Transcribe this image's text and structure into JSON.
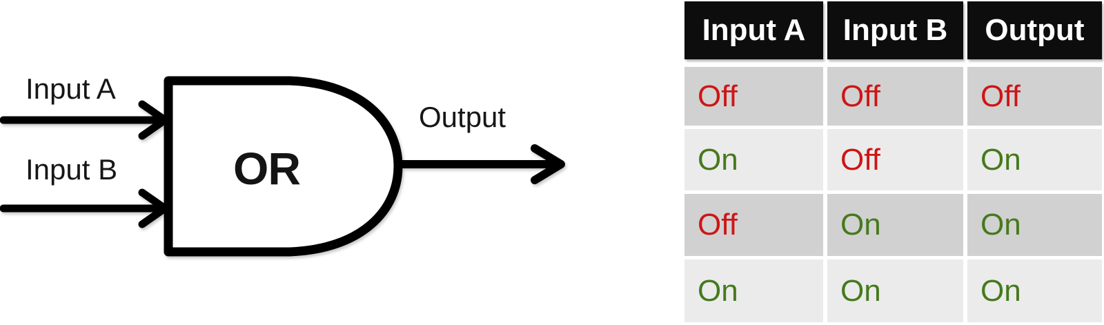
{
  "diagram": {
    "gate_label": "OR",
    "input_a_label": "Input A",
    "input_b_label": "Input B",
    "output_label": "Output",
    "stroke_color": "#000000"
  },
  "truth_table": {
    "columns": [
      "Input A",
      "Input B",
      "Output"
    ],
    "rows": [
      [
        {
          "value": "Off",
          "state": "off"
        },
        {
          "value": "Off",
          "state": "off"
        },
        {
          "value": "Off",
          "state": "off"
        }
      ],
      [
        {
          "value": "On",
          "state": "on"
        },
        {
          "value": "Off",
          "state": "off"
        },
        {
          "value": "On",
          "state": "on"
        }
      ],
      [
        {
          "value": "Off",
          "state": "off"
        },
        {
          "value": "On",
          "state": "on"
        },
        {
          "value": "On",
          "state": "on"
        }
      ],
      [
        {
          "value": "On",
          "state": "on"
        },
        {
          "value": "On",
          "state": "on"
        },
        {
          "value": "On",
          "state": "on"
        }
      ]
    ],
    "colors": {
      "header_bg": "#0d0d0d",
      "header_text": "#ffffff",
      "row_dark": "#d1d1d1",
      "row_light": "#ebebeb",
      "on_green": "#46791d",
      "off_red": "#ce1515"
    }
  }
}
